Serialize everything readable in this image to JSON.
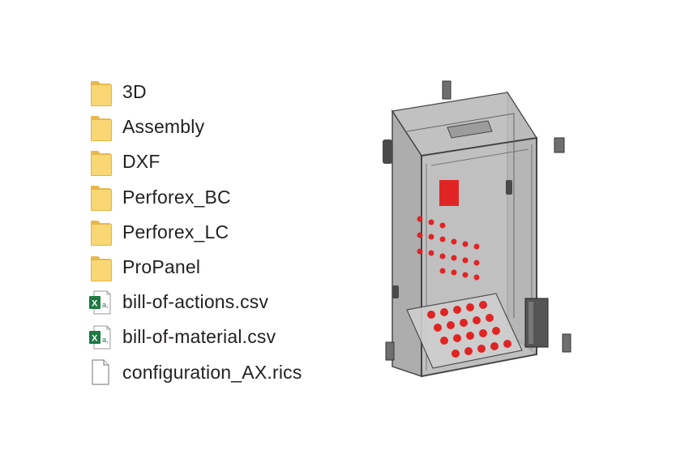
{
  "files": [
    {
      "name": "3D",
      "type": "folder",
      "icon": "folder-icon"
    },
    {
      "name": "Assembly",
      "type": "folder",
      "icon": "folder-icon"
    },
    {
      "name": "DXF",
      "type": "folder",
      "icon": "folder-icon"
    },
    {
      "name": "Perforex_BC",
      "type": "folder",
      "icon": "folder-icon"
    },
    {
      "name": "Perforex_LC",
      "type": "folder",
      "icon": "folder-icon"
    },
    {
      "name": "ProPanel",
      "type": "folder",
      "icon": "folder-icon"
    },
    {
      "name": "bill-of-actions.csv",
      "type": "csv",
      "icon": "excel-csv-icon"
    },
    {
      "name": "bill-of-material.csv",
      "type": "csv",
      "icon": "excel-csv-icon"
    },
    {
      "name": "configuration_AX.rics",
      "type": "file",
      "icon": "blank-file-icon"
    }
  ],
  "colors": {
    "folder": "#f8d774",
    "excel": "#1f7a44",
    "cutout": "#e02424",
    "enclosure": "#7f7f7f"
  }
}
